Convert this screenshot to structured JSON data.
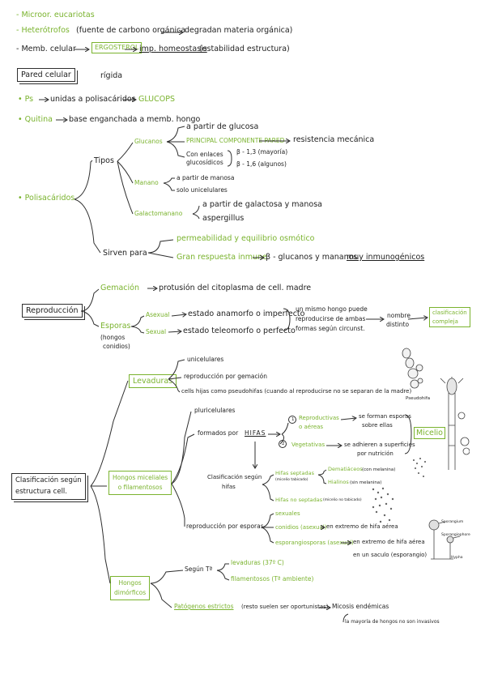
{
  "intro": {
    "l1": "- Microor. eucariotas",
    "l2a": "- Heterótrofos",
    "l2b": "(fuente de carbono orgánica",
    "l2c": "degradan materia orgánica)",
    "l3a": "- Memb. celular",
    "l3b": "ERGOSTEROL",
    "l3c": "imp. homeostasis",
    "l3d": "(estabilidad estructura)"
  },
  "pared": {
    "title": "Pared celular",
    "rigida": "rígida",
    "ps_label": "• Ps",
    "ps_text": "unidas a polisacáridos",
    "glucops": "GLUCOPS",
    "quitina_label": "• Quitina",
    "quitina_text": "base enganchada a memb. hongo",
    "polisacaridos": "• Polisacáridos",
    "tipos": "Tipos",
    "glucanos": "Glucanos",
    "gl_1": "a partir de glucosa",
    "gl_2": "PRINCIPAL COMPONENTE PARED",
    "gl_2b": "resistencia mecánica",
    "gl_3a": "Con enlaces",
    "gl_3b": "glucosídicos",
    "gl_b13": "β - 1,3 (mayoría)",
    "gl_b16": "β - 1,6 (algunos)",
    "manano": "Manano",
    "man_1": "a partir de manosa",
    "man_2": "solo unicelulares",
    "galacto": "Galactomanano",
    "gal_1": "a partir de galactosa y manosa",
    "gal_2": "aspergillus",
    "sirven": "Sirven para",
    "sv_1": "permeabilidad y equilibrio osmótico",
    "sv_2": "Gran respuesta inmune",
    "sv_2b": "β - glucanos y mananos",
    "sv_2c": "muy inmunogénicos"
  },
  "repro": {
    "title": "Reproducción",
    "gemacion": "Gemación",
    "gem_text": "protusión del citoplasma de cell. madre",
    "esporas": "Esporas",
    "esp_note1": "(hongos",
    "esp_note2": "conidios)",
    "asexual": "Asexual",
    "asex_text": "estado anamorfo o imperfecto",
    "sexual": "Sexual",
    "sex_text": "estado teleomorfo o perfecto",
    "mismo1": "un mismo hongo puede",
    "mismo2": "reproducirse de ambas",
    "mismo3": "formas según circunst.",
    "nombre1": "nombre",
    "nombre2": "distinto",
    "clasif1": "clasificación",
    "clasif2": "compleja"
  },
  "clasif": {
    "title1": "Clasificación según",
    "title2": "estructura cell.",
    "levaduras": "Levaduras",
    "lev_1": "unicelulares",
    "lev_2": "reproducción por gemación",
    "lev_3": "cells hijas como pseudohifas (cuando al reproducirse no se separan de la madre)",
    "pseudo_lbl": "Pseudohifa",
    "hongos_mic1": "Hongos miceliales",
    "hongos_mic2": "o filamentosos",
    "pluri": "pluricelulares",
    "formados": "formados por",
    "hifas": "HIFAS",
    "n1": "1",
    "n2": "2",
    "rep1": "Reproductivas",
    "rep2": "o aéreas",
    "rep_txt1": "se forman esporas",
    "rep_txt2": "sobre ellas",
    "veg": "Vegetativas",
    "veg_txt1": "se adhieren a superficies",
    "veg_txt2": "por nutrición",
    "micelio": "Micelio",
    "cls1": "Clasificación según",
    "cls2": "hifas",
    "septadas": "Hifas septadas",
    "sept_sub": "(micelio tabicado)",
    "demat": "Dematiáceos",
    "demat_sub": "(con melanina)",
    "hialinos": "Hialinos",
    "hial_sub": "(sin melanina)",
    "noseptadas": "Hifas no septadas",
    "nosept_sub": "(micelio no tabicado)",
    "repro_esp": "reproducción por esporas",
    "sexuales": "sexuales",
    "conidios": "conidios (asexual)",
    "con_txt": "en extremo de hifa aérea",
    "esporang": "esporangiosporas (asexual)",
    "esp_txt1": "en extremo de hifa aérea",
    "esp_txt2": "en un saculo (esporangio)",
    "ill_sporang": "Sporangium",
    "ill_sporangio": "Sporangiophore",
    "ill_hypha": "Hypha",
    "dimorf1": "Hongos",
    "dimorf2": "dimórficos",
    "segun": "Según Tª",
    "lev37": "levaduras (37º C)",
    "filam": "filamentosos (Tª ambiente)",
    "patog": "Patógenos estrictos",
    "patog_txt": "(resto suelen ser oportunistas)",
    "micosis": "Micosis endémicas",
    "mayoria": "la mayoría de hongos no son invasivos"
  }
}
